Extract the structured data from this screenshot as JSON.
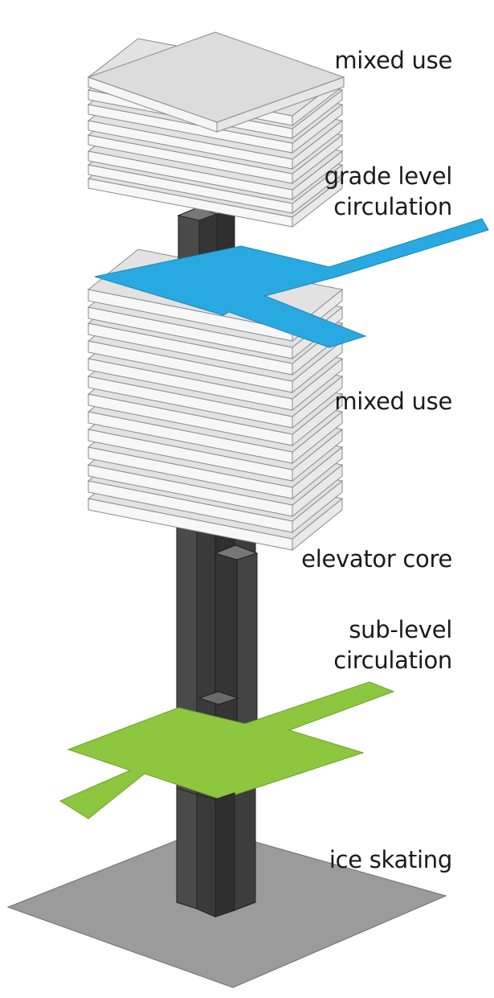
{
  "labels": {
    "mixed_use_top": "mixed use",
    "grade_level_circulation": [
      "grade level",
      "circulation"
    ],
    "mixed_use_middle": "mixed use",
    "elevator_core": "elevator core",
    "sub_level_circulation": [
      "sub-level",
      "circulation"
    ],
    "ice_skating": "ice skating"
  },
  "colors": {
    "grade_level_plane": "#29a9e1",
    "sub_level_plane": "#8dc63f",
    "ice_skating_ground": "#9a9a9a",
    "elevator_core": "#3f3f3f",
    "floor_slab_top": "#e6e6e6",
    "floor_slab_side": "#ffffff"
  }
}
